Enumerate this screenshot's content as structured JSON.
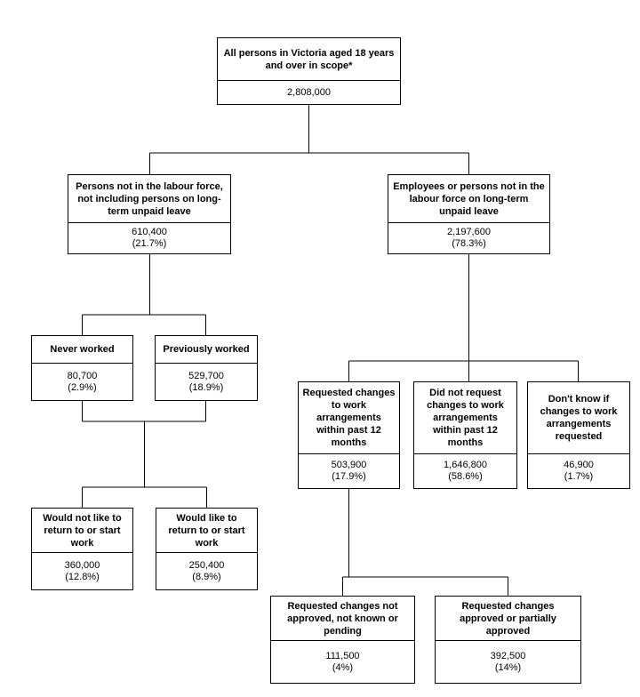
{
  "nodes": {
    "root": {
      "title": "All persons in Victoria aged 18 years\nand over in scope*",
      "count": "2,808,000",
      "pct": ""
    },
    "not_labour_force": {
      "title": "Persons not in the labour force,\nnot including persons on long-\nterm unpaid leave",
      "count": "610,400",
      "pct": "(21.7%)"
    },
    "employees": {
      "title": "Employees or persons not in the\nlabour force on long-term\nunpaid leave",
      "count": "2,197,600",
      "pct": "(78.3%)"
    },
    "never_worked": {
      "title": "Never worked",
      "count": "80,700",
      "pct": "(2.9%)"
    },
    "previously_worked": {
      "title": "Previously worked",
      "count": "529,700",
      "pct": "(18.9%)"
    },
    "would_not_like": {
      "title": "Would not like to\nreturn to or start\nwork",
      "count": "360,000",
      "pct": "(12.8%)"
    },
    "would_like": {
      "title": "Would like to\nreturn to or start\nwork",
      "count": "250,400",
      "pct": "(8.9%)"
    },
    "requested_changes": {
      "title": "Requested changes\nto work\narrangements\nwithin past 12\nmonths",
      "count": "503,900",
      "pct": "(17.9%)"
    },
    "did_not_request": {
      "title": "Did not request\nchanges to work\narrangements\nwithin past 12\nmonths",
      "count": "1,646,800",
      "pct": "(58.6%)"
    },
    "dont_know": {
      "title": "Don't know if\nchanges to work\narrangements\nrequested",
      "count": "46,900",
      "pct": "(1.7%)"
    },
    "not_approved": {
      "title": "Requested changes not\napproved, not known or\npending",
      "count": "111,500",
      "pct": "(4%)"
    },
    "approved": {
      "title": "Requested changes\napproved or partially\napproved",
      "count": "392,500",
      "pct": "(14%)"
    }
  }
}
